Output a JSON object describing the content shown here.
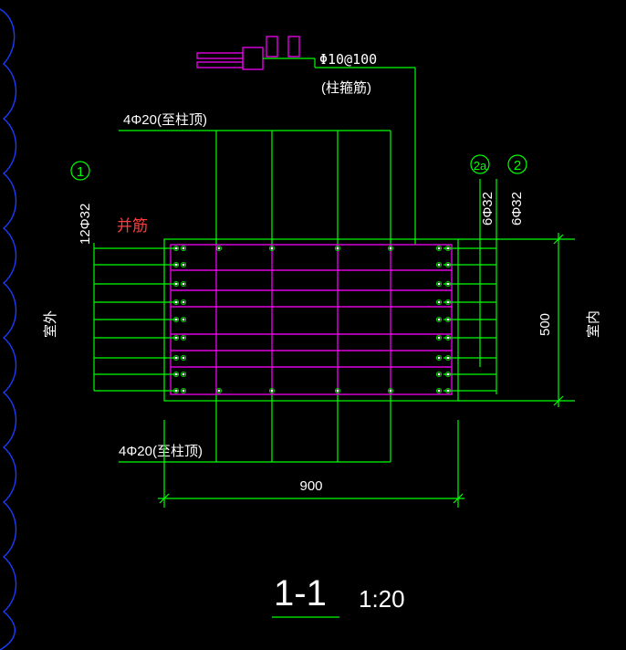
{
  "drawing": {
    "stirrup_note_line1": "Φ10@100",
    "stirrup_note_line2": "(柱箍筋)",
    "top_rebar_label": "4Φ20(至柱顶)",
    "bottom_rebar_label": "4Φ20(至柱顶)",
    "left_rebar_label": "12Φ32",
    "right_rebar_label_a": "6Φ32",
    "right_rebar_label_b": "6Φ32",
    "bundle_label": "并筋",
    "exterior_label": "室外",
    "interior_label": "室内",
    "height_dim": "500",
    "width_dim": "900",
    "axis_left": "1",
    "axis_right_a": "2a",
    "axis_right_b": "2",
    "section_title": "1-1",
    "section_scale": "1:20"
  },
  "colors": {
    "background": "#000000",
    "lines_green": "#00ff00",
    "stirrups_magenta": "#e000e0",
    "annotation_red": "#ff3b3b",
    "text_white": "#ffffff",
    "edge_blue": "#1a3cff"
  }
}
